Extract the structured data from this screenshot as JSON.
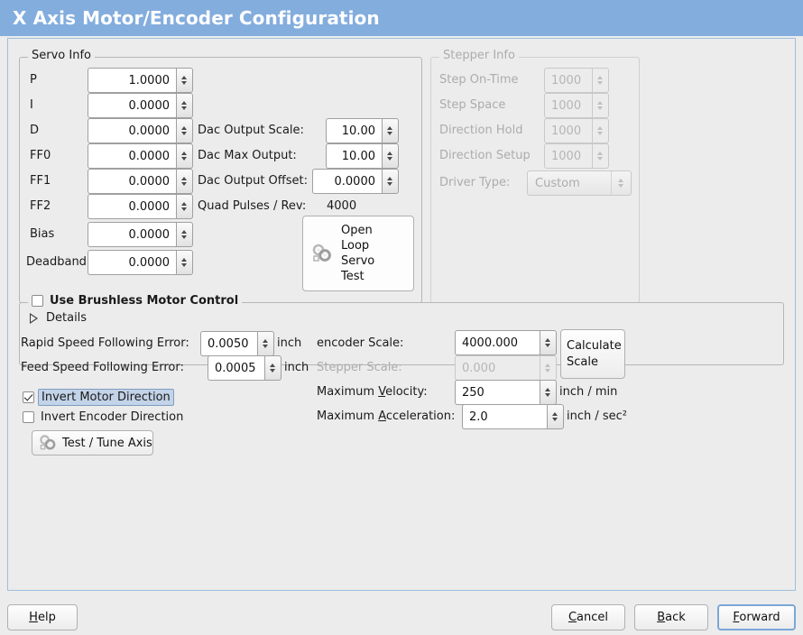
{
  "window": {
    "title": "X Axis Motor/Encoder Configuration"
  },
  "servo": {
    "legend": "Servo Info",
    "rows": [
      {
        "label": "P",
        "value": "1.0000"
      },
      {
        "label": "I",
        "value": "0.0000"
      },
      {
        "label": "D",
        "value": "0.0000"
      },
      {
        "label": "FF0",
        "value": "0.0000"
      },
      {
        "label": "FF1",
        "value": "0.0000"
      },
      {
        "label": "FF2",
        "value": "0.0000"
      },
      {
        "label": "Bias",
        "value": "0.0000"
      },
      {
        "label": "Deadband",
        "value": "0.0000"
      }
    ],
    "dac_output_scale": {
      "label": "Dac Output Scale:",
      "value": "10.00"
    },
    "dac_max_output": {
      "label": "Dac Max Output:",
      "value": "10.00"
    },
    "dac_output_offset": {
      "label": "Dac Output Offset:",
      "value": "0.0000"
    },
    "quad_pulses": {
      "label": "Quad Pulses / Rev:",
      "value": "4000"
    },
    "open_loop_button": {
      "label": "Open\nLoop\nServo\nTest",
      "icon": "gears-icon"
    }
  },
  "stepper": {
    "legend": "Stepper Info",
    "enabled": false,
    "rows": [
      {
        "label": "Step On-Time",
        "value": "1000"
      },
      {
        "label": "Step Space",
        "value": "1000"
      },
      {
        "label": "Direction Hold",
        "value": "1000"
      },
      {
        "label": "Direction Setup",
        "value": "1000"
      }
    ],
    "driver_type": {
      "label": "Driver Type:",
      "value": "Custom"
    }
  },
  "brushless": {
    "legend": "Use Brushless Motor Control",
    "checked": false,
    "details_label": "Details",
    "details_expanded": false
  },
  "tuning": {
    "rapid_error": {
      "label": "Rapid Speed Following Error:",
      "value": "0.0050",
      "unit": "inch"
    },
    "feed_error": {
      "label": "Feed Speed Following Error:",
      "value": "0.0005",
      "unit": "inch"
    },
    "invert_motor": {
      "label": "Invert Motor Direction",
      "checked": true,
      "focused": true
    },
    "invert_encoder": {
      "label": "Invert Encoder Direction",
      "checked": false,
      "focused": false
    },
    "test_tune_button": {
      "label": "Test / Tune Axis",
      "icon": "gears-icon"
    }
  },
  "scale": {
    "encoder_scale": {
      "label": "encoder Scale:",
      "value": "4000.000"
    },
    "stepper_scale": {
      "label": "Stepper Scale:",
      "value": "0.000",
      "enabled": false
    },
    "max_velocity": {
      "label_pre": "Maximum ",
      "label_mn": "V",
      "label_post": "elocity:",
      "value": "250",
      "unit": "inch / min"
    },
    "max_acceleration": {
      "label_pre": "Maximum ",
      "label_mn": "A",
      "label_post": "cceleration:",
      "value": "2.0",
      "unit": "inch / sec²"
    },
    "calculate_button": {
      "line1": "Calculate",
      "line2": "Scale"
    }
  },
  "footer": {
    "help": {
      "mn": "H",
      "rest": "elp"
    },
    "cancel": {
      "mn": "C",
      "rest": "ancel"
    },
    "back": {
      "mn": "B",
      "rest": "ack"
    },
    "forward": {
      "mn": "F",
      "rest": "orward",
      "focused": true
    }
  },
  "colors": {
    "titlebar": "#83ADDD",
    "background": "#ECECEC",
    "panel_border": "#9FBEDD",
    "focus_blue": "#7BA7D7",
    "selection": "#C3D3E8",
    "disabled_text": "#ACACAC"
  }
}
